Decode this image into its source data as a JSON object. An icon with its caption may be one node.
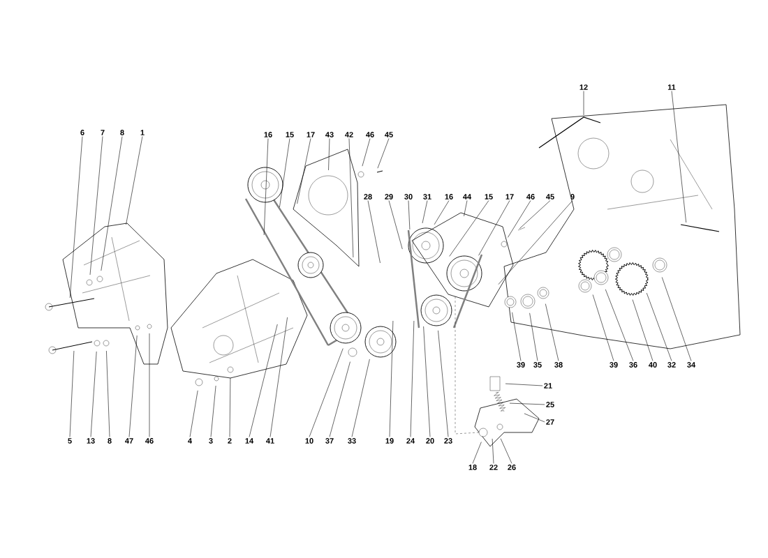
{
  "diagram": {
    "nodes": [
      {
        "text": [
          "6"
        ]
      },
      {
        "text": [
          "7"
        ]
      },
      {
        "text": [
          "8"
        ]
      },
      {
        "text": [
          "1"
        ]
      },
      {
        "text": [
          "16"
        ]
      },
      {
        "text": [
          "15"
        ]
      },
      {
        "text": [
          "17"
        ]
      },
      {
        "text": [
          "43"
        ]
      },
      {
        "text": [
          "42"
        ]
      },
      {
        "text": [
          "46"
        ]
      },
      {
        "text": [
          "45"
        ]
      },
      {
        "text": [
          "12"
        ]
      },
      {
        "text": [
          "11"
        ]
      },
      {
        "text": [
          "28"
        ]
      },
      {
        "text": [
          "29"
        ]
      },
      {
        "text": [
          "30"
        ]
      },
      {
        "text": [
          "31"
        ]
      },
      {
        "text": [
          "16"
        ]
      },
      {
        "text": [
          "44"
        ]
      },
      {
        "text": [
          "15"
        ]
      },
      {
        "text": [
          "17"
        ]
      },
      {
        "text": [
          "46"
        ]
      },
      {
        "text": [
          "45"
        ]
      },
      {
        "text": [
          "9"
        ]
      },
      {
        "text": [
          "39"
        ]
      },
      {
        "text": [
          "35"
        ]
      },
      {
        "text": [
          "38"
        ]
      },
      {
        "text": [
          "39"
        ]
      },
      {
        "text": [
          "36"
        ]
      },
      {
        "text": [
          "40"
        ]
      },
      {
        "text": [
          "32"
        ]
      },
      {
        "text": [
          "34"
        ]
      },
      {
        "text": [
          "21"
        ]
      },
      {
        "text": [
          "25"
        ]
      },
      {
        "text": [
          "27"
        ]
      },
      {
        "text": [
          "5"
        ]
      },
      {
        "text": [
          "13"
        ]
      },
      {
        "text": [
          "8"
        ]
      },
      {
        "text": [
          "47"
        ]
      },
      {
        "text": [
          "46"
        ]
      },
      {
        "text": [
          "4"
        ]
      },
      {
        "text": [
          "3"
        ]
      },
      {
        "text": [
          "2"
        ]
      },
      {
        "text": [
          "14"
        ]
      },
      {
        "text": [
          "41"
        ]
      },
      {
        "text": [
          "10"
        ]
      },
      {
        "text": [
          "37"
        ]
      },
      {
        "text": [
          "33"
        ]
      },
      {
        "text": [
          "19"
        ]
      },
      {
        "text": [
          "24"
        ]
      },
      {
        "text": [
          "20"
        ]
      },
      {
        "text": [
          "23"
        ]
      },
      {
        "text": [
          "18"
        ]
      },
      {
        "text": [
          "22"
        ]
      },
      {
        "text": [
          "26"
        ]
      }
    ],
    "edges": [
      {
        "from": 0,
        "to": null,
        "arrow": "none"
      },
      {
        "from": 1,
        "to": null,
        "arrow": "none"
      },
      {
        "from": 2,
        "to": null,
        "arrow": "none"
      },
      {
        "from": 3,
        "to": null,
        "arrow": "none"
      },
      {
        "from": 4,
        "to": null,
        "arrow": "none"
      },
      {
        "from": 5,
        "to": null,
        "arrow": "none"
      },
      {
        "from": 6,
        "to": null,
        "arrow": "none"
      },
      {
        "from": 7,
        "to": null,
        "arrow": "none"
      },
      {
        "from": 8,
        "to": null,
        "arrow": "none"
      },
      {
        "from": 9,
        "to": null,
        "arrow": "none"
      },
      {
        "from": 10,
        "to": null,
        "arrow": "none"
      },
      {
        "from": 11,
        "to": null,
        "arrow": "none"
      },
      {
        "from": 12,
        "to": null,
        "arrow": "none"
      },
      {
        "from": 13,
        "to": null,
        "arrow": "none"
      },
      {
        "from": 14,
        "to": null,
        "arrow": "none"
      },
      {
        "from": 15,
        "to": null,
        "arrow": "none"
      },
      {
        "from": 16,
        "to": null,
        "arrow": "none"
      },
      {
        "from": 17,
        "to": null,
        "arrow": "none"
      },
      {
        "from": 18,
        "to": null,
        "arrow": "none"
      },
      {
        "from": 19,
        "to": null,
        "arrow": "none"
      },
      {
        "from": 20,
        "to": null,
        "arrow": "none"
      },
      {
        "from": 21,
        "to": null,
        "arrow": "none"
      },
      {
        "from": 22,
        "to": null,
        "arrow": "none"
      },
      {
        "from": 23,
        "to": null,
        "arrow": "none"
      },
      {
        "from": 24,
        "to": null,
        "arrow": "none"
      },
      {
        "from": 25,
        "to": null,
        "arrow": "none"
      },
      {
        "from": 26,
        "to": null,
        "arrow": "none"
      },
      {
        "from": 27,
        "to": null,
        "arrow": "none"
      },
      {
        "from": 28,
        "to": null,
        "arrow": "none"
      },
      {
        "from": 29,
        "to": null,
        "arrow": "none"
      },
      {
        "from": 30,
        "to": null,
        "arrow": "none"
      },
      {
        "from": 31,
        "to": null,
        "arrow": "none"
      },
      {
        "from": 32,
        "to": null,
        "arrow": "none"
      },
      {
        "from": 33,
        "to": null,
        "arrow": "none"
      },
      {
        "from": 34,
        "to": null,
        "arrow": "none"
      },
      {
        "from": 35,
        "to": null,
        "arrow": "none"
      },
      {
        "from": 36,
        "to": null,
        "arrow": "none"
      },
      {
        "from": 37,
        "to": null,
        "arrow": "none"
      },
      {
        "from": 38,
        "to": null,
        "arrow": "none"
      },
      {
        "from": 39,
        "to": null,
        "arrow": "none"
      },
      {
        "from": 40,
        "to": null,
        "arrow": "none"
      },
      {
        "from": 41,
        "to": null,
        "arrow": "none"
      },
      {
        "from": 42,
        "to": null,
        "arrow": "none"
      },
      {
        "from": 43,
        "to": null,
        "arrow": "none"
      },
      {
        "from": 44,
        "to": null,
        "arrow": "none"
      },
      {
        "from": 45,
        "to": null,
        "arrow": "none"
      },
      {
        "from": 46,
        "to": null,
        "arrow": "none"
      },
      {
        "from": 47,
        "to": null,
        "arrow": "none"
      },
      {
        "from": 48,
        "to": null,
        "arrow": "none"
      },
      {
        "from": 49,
        "to": null,
        "arrow": "none"
      },
      {
        "from": 50,
        "to": null,
        "arrow": "none"
      },
      {
        "from": 51,
        "to": null,
        "arrow": "none"
      },
      {
        "from": 52,
        "to": null,
        "arrow": "none"
      },
      {
        "from": 53,
        "to": null,
        "arrow": "none"
      },
      {
        "from": 54,
        "to": null,
        "arrow": "none"
      }
    ]
  }
}
